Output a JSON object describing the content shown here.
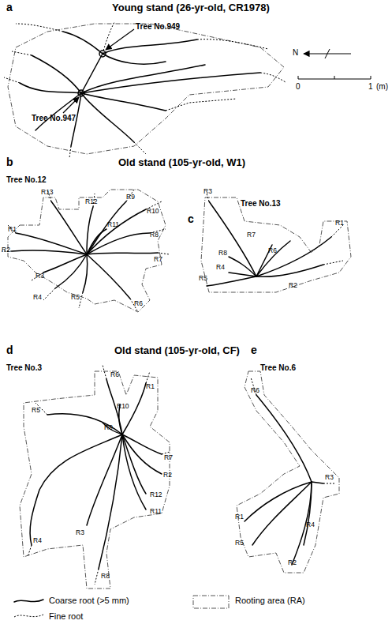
{
  "diagram": {
    "labels": [
      "a",
      "Young stand (26-yr-old, CR1978)",
      "Tree No.949",
      "Tree No.947",
      "N",
      "0",
      "1",
      "(m)",
      "b",
      "Old stand (105-yr-old, W1)",
      "Tree No.12",
      "R13",
      "R12",
      "R9",
      "R10",
      "R11",
      "R8",
      "R1",
      "R2",
      "R7",
      "R3",
      "R4",
      "R5",
      "R6",
      "c",
      "Tree No.13",
      "R3",
      "R1",
      "R7",
      "R6",
      "R8",
      "R4",
      "R5",
      "R2",
      "d",
      "Old stand (105-yr-old, CF)",
      "Tree No.3",
      "R6",
      "R1",
      "R5",
      "R10",
      "R9",
      "R7",
      "R2",
      "R12",
      "R11",
      "R4",
      "R3",
      "R8",
      "e",
      "Tree No.6",
      "R6",
      "R3",
      "R1",
      "R4",
      "R5",
      "R2"
    ],
    "legend": [
      {
        "text": "Coarse root (>5 mm)"
      },
      {
        "text": "Fine root"
      },
      {
        "text": "Rooting area (RA)"
      }
    ]
  }
}
